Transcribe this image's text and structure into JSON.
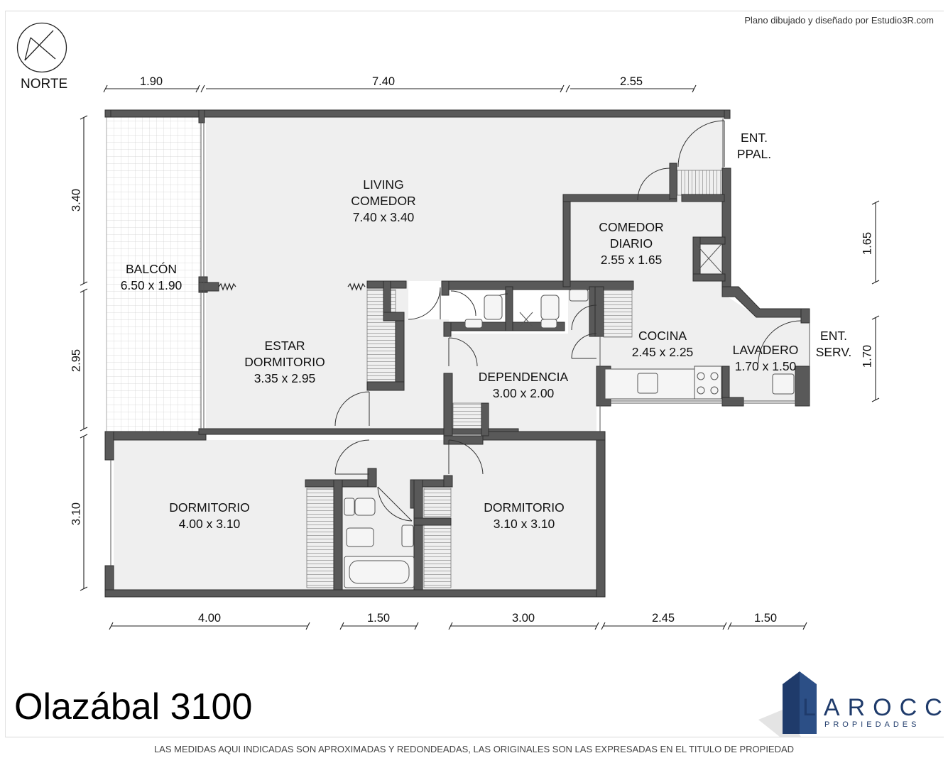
{
  "credit": "Plano dibujado y diseñado por Estudio3R.com",
  "north_label": "NORTE",
  "address": "Olazábal 3100",
  "brand": {
    "name": "LAROCCA",
    "tagline": "PROPIEDADES",
    "color": "#1f3b6b"
  },
  "disclaimer": "LAS MEDIDAS AQUI INDICADAS SON APROXIMADAS Y REDONDEADAS, LAS ORIGINALES SON LAS EXPRESADAS EN EL TITULO DE PROPIEDAD",
  "rooms": {
    "living": {
      "name1": "LIVING",
      "name2": "COMEDOR",
      "size": "7.40 x 3.40"
    },
    "balcon": {
      "name": "BALCÓN",
      "size": "6.50 x 1.90"
    },
    "estar": {
      "name1": "ESTAR",
      "name2": "DORMITORIO",
      "size": "3.35 x 2.95"
    },
    "comedor_diario": {
      "name1": "COMEDOR",
      "name2": "DIARIO",
      "size": "2.55 x 1.65"
    },
    "cocina": {
      "name": "COCINA",
      "size": "2.45 x 2.25"
    },
    "lavadero": {
      "name": "LAVADERO",
      "size": "1.70 x 1.50"
    },
    "dependencia": {
      "name": "DEPENDENCIA",
      "size": "3.00 x 2.00"
    },
    "dormitorio1": {
      "name": "DORMITORIO",
      "size": "4.00 x 3.10"
    },
    "dormitorio2": {
      "name": "DORMITORIO",
      "size": "3.10 x 3.10"
    },
    "ent_ppal": {
      "line1": "ENT.",
      "line2": "PPAL."
    },
    "ent_serv": {
      "line1": "ENT.",
      "line2": "SERV."
    }
  },
  "dimensions": {
    "top": [
      "1.90",
      "7.40",
      "2.55"
    ],
    "bottom": [
      "4.00",
      "1.50",
      "3.00",
      "2.45",
      "1.50"
    ],
    "left": [
      "3.40",
      "2.95",
      "3.10"
    ],
    "right": [
      "1.65",
      "1.70"
    ]
  },
  "colors": {
    "wall": "#595959",
    "floor": "#efefef",
    "wall_edge": "#2e2e2e"
  }
}
